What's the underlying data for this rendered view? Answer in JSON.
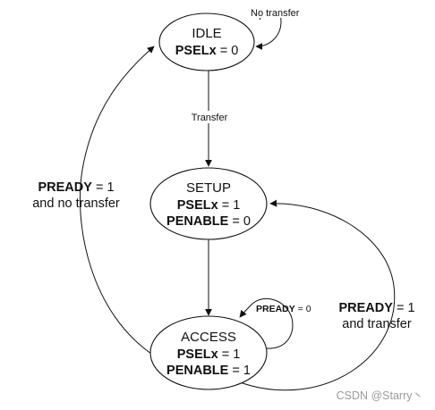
{
  "states": {
    "idle": {
      "name": "IDLE",
      "psel_label": "PSELx",
      "psel_rest": " = 0"
    },
    "setup": {
      "name": "SETUP",
      "psel_label": "PSELx",
      "psel_rest": " = 1",
      "penable_label": "PENABLE",
      "penable_rest": " = 0"
    },
    "access": {
      "name": "ACCESS",
      "psel_label": "PSELx",
      "psel_rest": " = 1",
      "penable_label": "PENABLE",
      "penable_rest": " = 1"
    }
  },
  "transitions": {
    "idle_self": {
      "label": "No transfer"
    },
    "idle_to_setup": {
      "label": "Transfer"
    },
    "access_self": {
      "bold": "PREADY",
      "rest": " = 0"
    },
    "access_to_idle": {
      "bold": "PREADY",
      "rest": " = 1",
      "line2": "and no transfer"
    },
    "access_to_setup": {
      "bold": "PREADY",
      "rest": " = 1",
      "line2": "and transfer"
    }
  },
  "watermark": "CSDN @Starry丶",
  "colors": {
    "ink": "#111111",
    "background": "#ffffff",
    "watermark": "#9a9a9a"
  }
}
